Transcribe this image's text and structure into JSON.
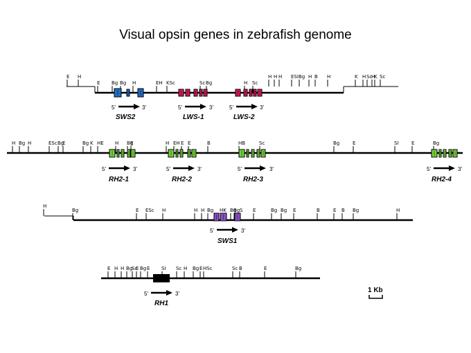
{
  "title": "Visual opsin genes in zebrafish genome",
  "colors": {
    "line": "#000000",
    "sws2_exon": "#1f6fc8",
    "lws_exon": "#d81b60",
    "rh2_exon": "#76d43a",
    "sws1_exon": "#8e4fc9",
    "rh1_exon": "#000000"
  },
  "rows": [
    {
      "id": "row-1",
      "sites": [
        "E",
        "H",
        "E",
        "Bg",
        "Bg",
        "H",
        "EH",
        "KSc",
        "Sc",
        "Bg",
        "H",
        "Sc",
        "H",
        "H",
        "H",
        "ESI",
        "Bg",
        "H",
        "B",
        "H",
        "K",
        "H",
        "Sc",
        "H",
        "K",
        "Sc"
      ],
      "genes": [
        {
          "id": "sws2",
          "label": "SWS2",
          "five": "5'",
          "three": "3'",
          "color_key": "sws2_exon"
        },
        {
          "id": "lws-1",
          "label": "LWS-1",
          "five": "5'",
          "three": "3'",
          "color_key": "lws_exon"
        },
        {
          "id": "lws-2",
          "label": "LWS-2",
          "five": "5'",
          "three": "3'",
          "color_key": "lws_exon"
        }
      ]
    },
    {
      "id": "row-2",
      "sites": [
        "H",
        "Bg",
        "H",
        "ESc",
        "Bg",
        "E",
        "Bg",
        "K",
        "HE",
        "H",
        "Bg",
        "E",
        "H",
        "EH",
        "E",
        "E",
        "B",
        "HB",
        "Sc",
        "Bg",
        "E",
        "SI",
        "E",
        "Bg"
      ],
      "genes": [
        {
          "id": "rh2-1",
          "label": "RH2-1",
          "five": "5'",
          "three": "3'",
          "color_key": "rh2_exon"
        },
        {
          "id": "rh2-2",
          "label": "RH2-2",
          "five": "5'",
          "three": "3'",
          "color_key": "rh2_exon"
        },
        {
          "id": "rh2-3",
          "label": "RH2-3",
          "five": "5'",
          "three": "3'",
          "color_key": "rh2_exon"
        },
        {
          "id": "rh2-4",
          "label": "RH2-4",
          "five": "5'",
          "three": "3'",
          "color_key": "rh2_exon"
        }
      ]
    },
    {
      "id": "row-3",
      "sites": [
        "H",
        "Bg",
        "E",
        "ESc",
        "H",
        "H",
        "H",
        "Bg",
        "HK",
        "Bg",
        "Bg",
        "S",
        "E",
        "Bg",
        "Bg",
        "E",
        "B",
        "E",
        "B",
        "Bg",
        "H"
      ],
      "genes": [
        {
          "id": "sws1",
          "label": "SWS1",
          "five": "5'",
          "three": "3'",
          "color_key": "sws1_exon"
        }
      ]
    },
    {
      "id": "row-4",
      "sites": [
        "E",
        "H",
        "H",
        "Bg",
        "Sc",
        "E",
        "Bg",
        "E",
        "SI",
        "Sc",
        "H",
        "Bg",
        "E",
        "HSc",
        "Sc",
        "B",
        "E",
        "Bg"
      ],
      "genes": [
        {
          "id": "rh1",
          "label": "RH1",
          "five": "5'",
          "three": "3'",
          "color_key": "rh1_exon"
        }
      ]
    }
  ],
  "scale_bar": {
    "label": "1 Kb"
  }
}
